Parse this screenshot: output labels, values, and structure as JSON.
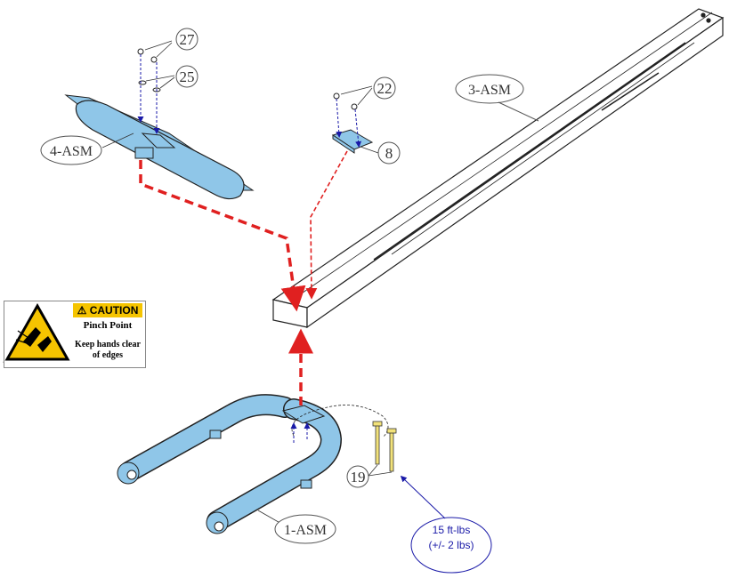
{
  "callouts": {
    "c27": "27",
    "c25": "25",
    "c22": "22",
    "c8": "8",
    "c19": "19",
    "asm3": "3-ASM",
    "asm4": "4-ASM",
    "asm1": "1-ASM"
  },
  "caution": {
    "header": "CAUTION",
    "title": "Pinch Point",
    "line1": "Keep hands clear",
    "line2": "of edges"
  },
  "torque": {
    "line1": "15 ft-lbs",
    "line2": "(+/- 2 lbs)"
  },
  "colors": {
    "part_fill": "#8fc6e8",
    "arrow_red": "#e02020",
    "caution_yellow": "#f5c400",
    "torque_blue": "#1a1aa8"
  }
}
